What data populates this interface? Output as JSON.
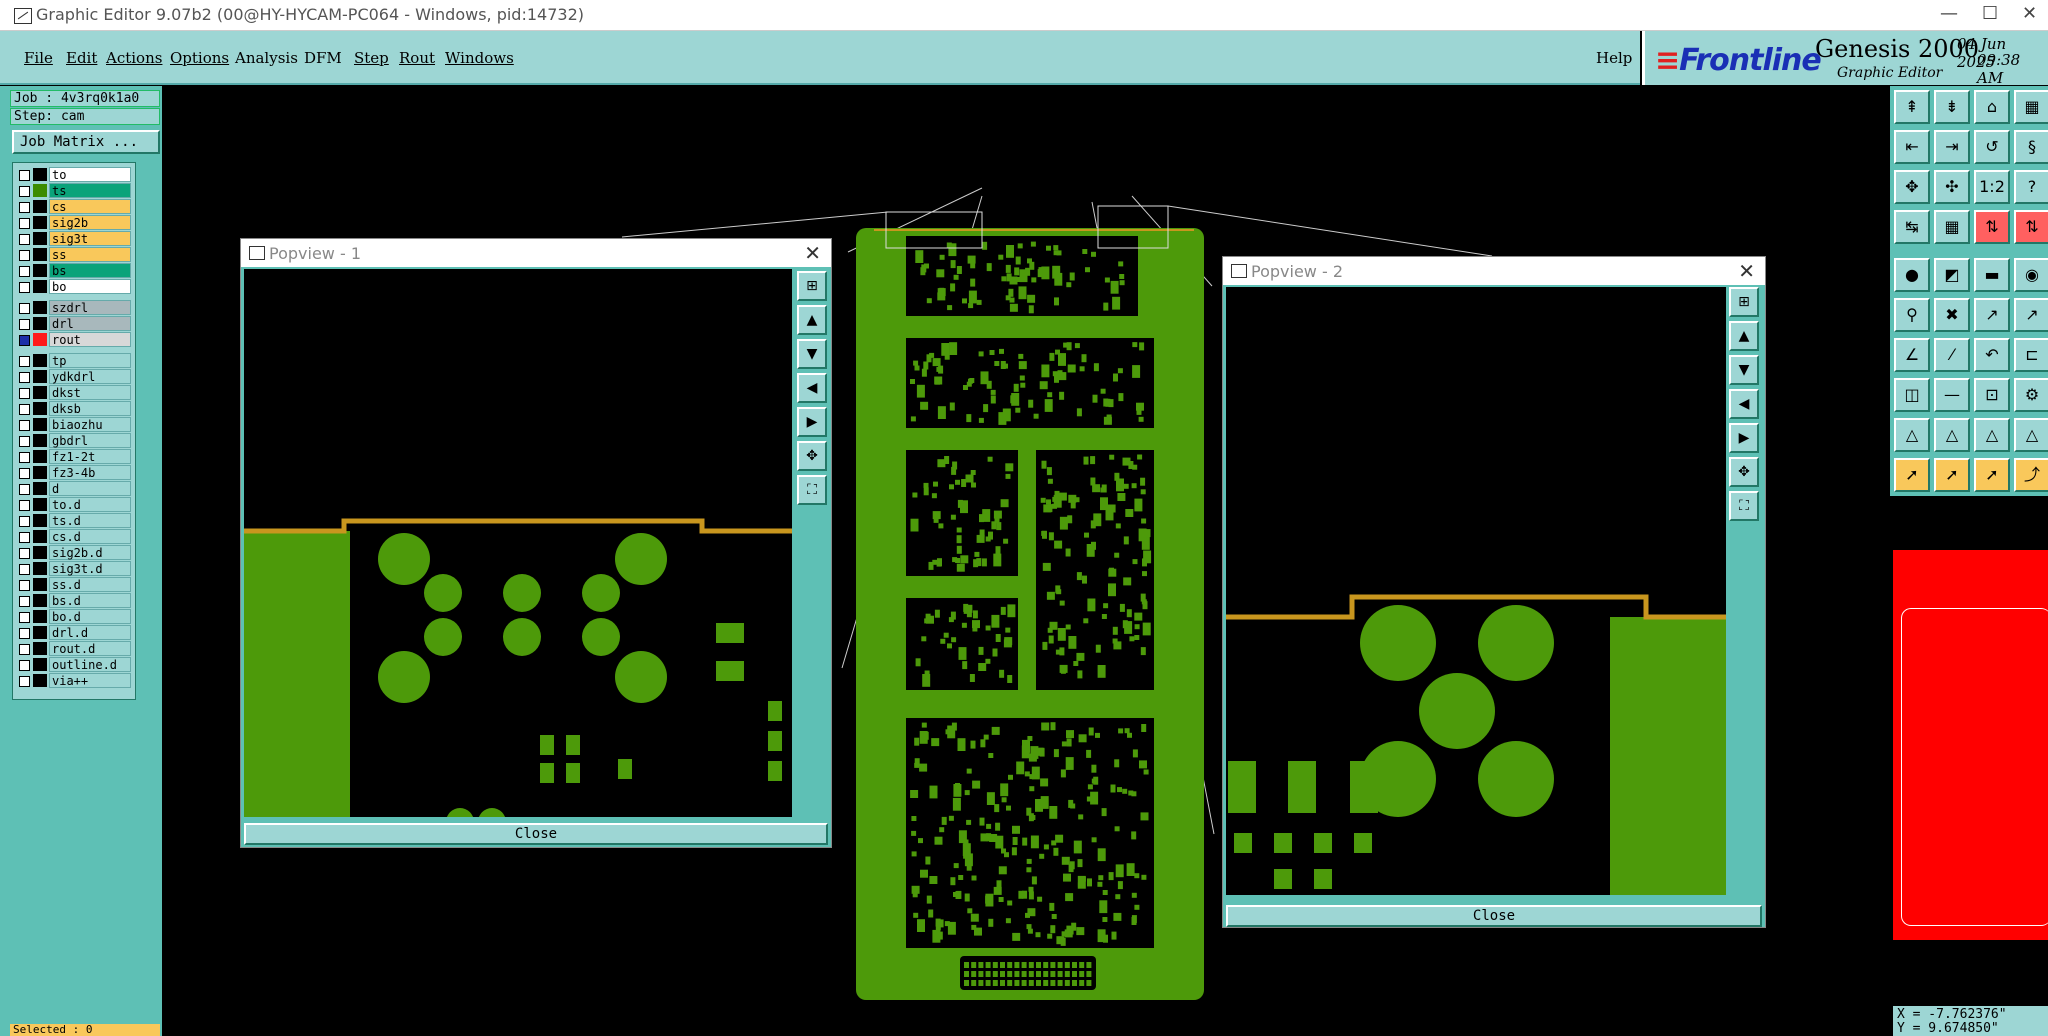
{
  "window": {
    "title": "Graphic Editor 9.07b2 (00@HY-HYCAM-PC064 - Windows, pid:14732)",
    "minimize": "—",
    "maximize": "☐",
    "close": "✕"
  },
  "menu": {
    "items": [
      "File",
      "Edit",
      "Actions",
      "Options",
      "Analysis",
      "DFM",
      "Step",
      "Rout",
      "Windows"
    ],
    "help": "Help"
  },
  "brand": {
    "logo": "Frontline",
    "product": "Genesis 2000",
    "subtitle": "Graphic Editor",
    "date": "04 Jun 2025",
    "time": "09:38 AM"
  },
  "job": {
    "job_label": "Job : 4v3rq0k1a0",
    "step_label": "Step: cam",
    "matrix_button": "Job Matrix ..."
  },
  "layers": [
    {
      "name": "to",
      "color": "#ffffff",
      "swatch": "#000000"
    },
    {
      "name": "ts",
      "color": "#0aa37a",
      "swatch": "#3c8c00"
    },
    {
      "name": "cs",
      "color": "#f9c85b",
      "swatch": "#000000"
    },
    {
      "name": "sig2b",
      "color": "#f9c85b",
      "swatch": "#000000"
    },
    {
      "name": "sig3t",
      "color": "#f9c85b",
      "swatch": "#000000"
    },
    {
      "name": "ss",
      "color": "#f9c85b",
      "swatch": "#000000"
    },
    {
      "name": "bs",
      "color": "#0aa37a",
      "swatch": "#000000"
    },
    {
      "name": "bo",
      "color": "#ffffff",
      "swatch": "#000000"
    },
    {
      "name": "szdrl",
      "color": "#a8b8bc",
      "swatch": "#000000"
    },
    {
      "name": "drl",
      "color": "#a8b8bc",
      "swatch": "#000000"
    },
    {
      "name": "rout",
      "color": "#d8d8d8",
      "swatch": "#ff1a1a"
    },
    {
      "name": "tp",
      "color": "#9dd6d4",
      "swatch": "#000000"
    },
    {
      "name": "ydkdrl",
      "color": "#9dd6d4",
      "swatch": "#000000"
    },
    {
      "name": "dkst",
      "color": "#9dd6d4",
      "swatch": "#000000"
    },
    {
      "name": "dksb",
      "color": "#9dd6d4",
      "swatch": "#000000"
    },
    {
      "name": "biaozhu",
      "color": "#9dd6d4",
      "swatch": "#000000"
    },
    {
      "name": "gbdrl",
      "color": "#9dd6d4",
      "swatch": "#000000"
    },
    {
      "name": "fz1-2t",
      "color": "#9dd6d4",
      "swatch": "#000000"
    },
    {
      "name": "fz3-4b",
      "color": "#9dd6d4",
      "swatch": "#000000"
    },
    {
      "name": "d",
      "color": "#9dd6d4",
      "swatch": "#000000"
    },
    {
      "name": "to.d",
      "color": "#9dd6d4",
      "swatch": "#000000"
    },
    {
      "name": "ts.d",
      "color": "#9dd6d4",
      "swatch": "#000000"
    },
    {
      "name": "cs.d",
      "color": "#9dd6d4",
      "swatch": "#000000"
    },
    {
      "name": "sig2b.d",
      "color": "#9dd6d4",
      "swatch": "#000000"
    },
    {
      "name": "sig3t.d",
      "color": "#9dd6d4",
      "swatch": "#000000"
    },
    {
      "name": "ss.d",
      "color": "#9dd6d4",
      "swatch": "#000000"
    },
    {
      "name": "bs.d",
      "color": "#9dd6d4",
      "swatch": "#000000"
    },
    {
      "name": "bo.d",
      "color": "#9dd6d4",
      "swatch": "#000000"
    },
    {
      "name": "drl.d",
      "color": "#9dd6d4",
      "swatch": "#000000"
    },
    {
      "name": "rout.d",
      "color": "#9dd6d4",
      "swatch": "#000000"
    },
    {
      "name": "outline.d",
      "color": "#9dd6d4",
      "swatch": "#000000"
    },
    {
      "name": "via++",
      "color": "#9dd6d4",
      "swatch": "#000000"
    }
  ],
  "status": {
    "selected": "Selected : 0",
    "x": "X = -7.762376\"",
    "y": "Y = 9.674850\""
  },
  "popview1": {
    "title": "Popview - 1",
    "close_label": "Close",
    "close_x": "✕"
  },
  "popview2": {
    "title": "Popview - 2",
    "close_label": "Close",
    "close_x": "✕"
  },
  "colors": {
    "board_green": "#4d9a0a",
    "copper_line": "#c8961e",
    "panel_teal": "#5ec0b5",
    "button_teal": "#9dd6d4",
    "rout_red": "#ff0000"
  }
}
